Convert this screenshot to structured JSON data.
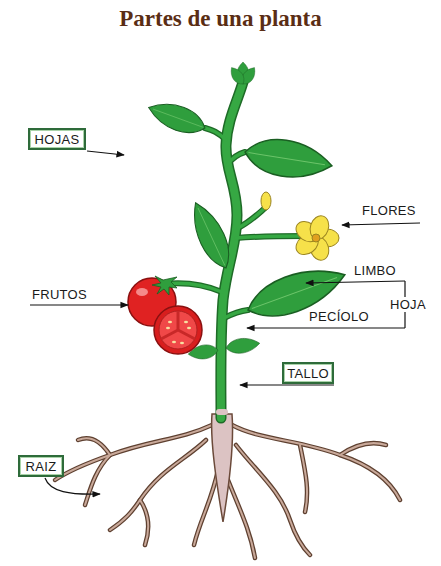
{
  "diagram": {
    "title": "Partes de una planta",
    "nodes": [
      {
        "text": [
          "HOJAS"
        ]
      },
      {
        "text": [
          "TALLO"
        ]
      },
      {
        "text": [
          "RAIZ"
        ]
      }
    ],
    "labels": [
      "FLORES",
      "LIMBO",
      "HOJA",
      "FRUTOS",
      "PECÍOLO"
    ]
  }
}
